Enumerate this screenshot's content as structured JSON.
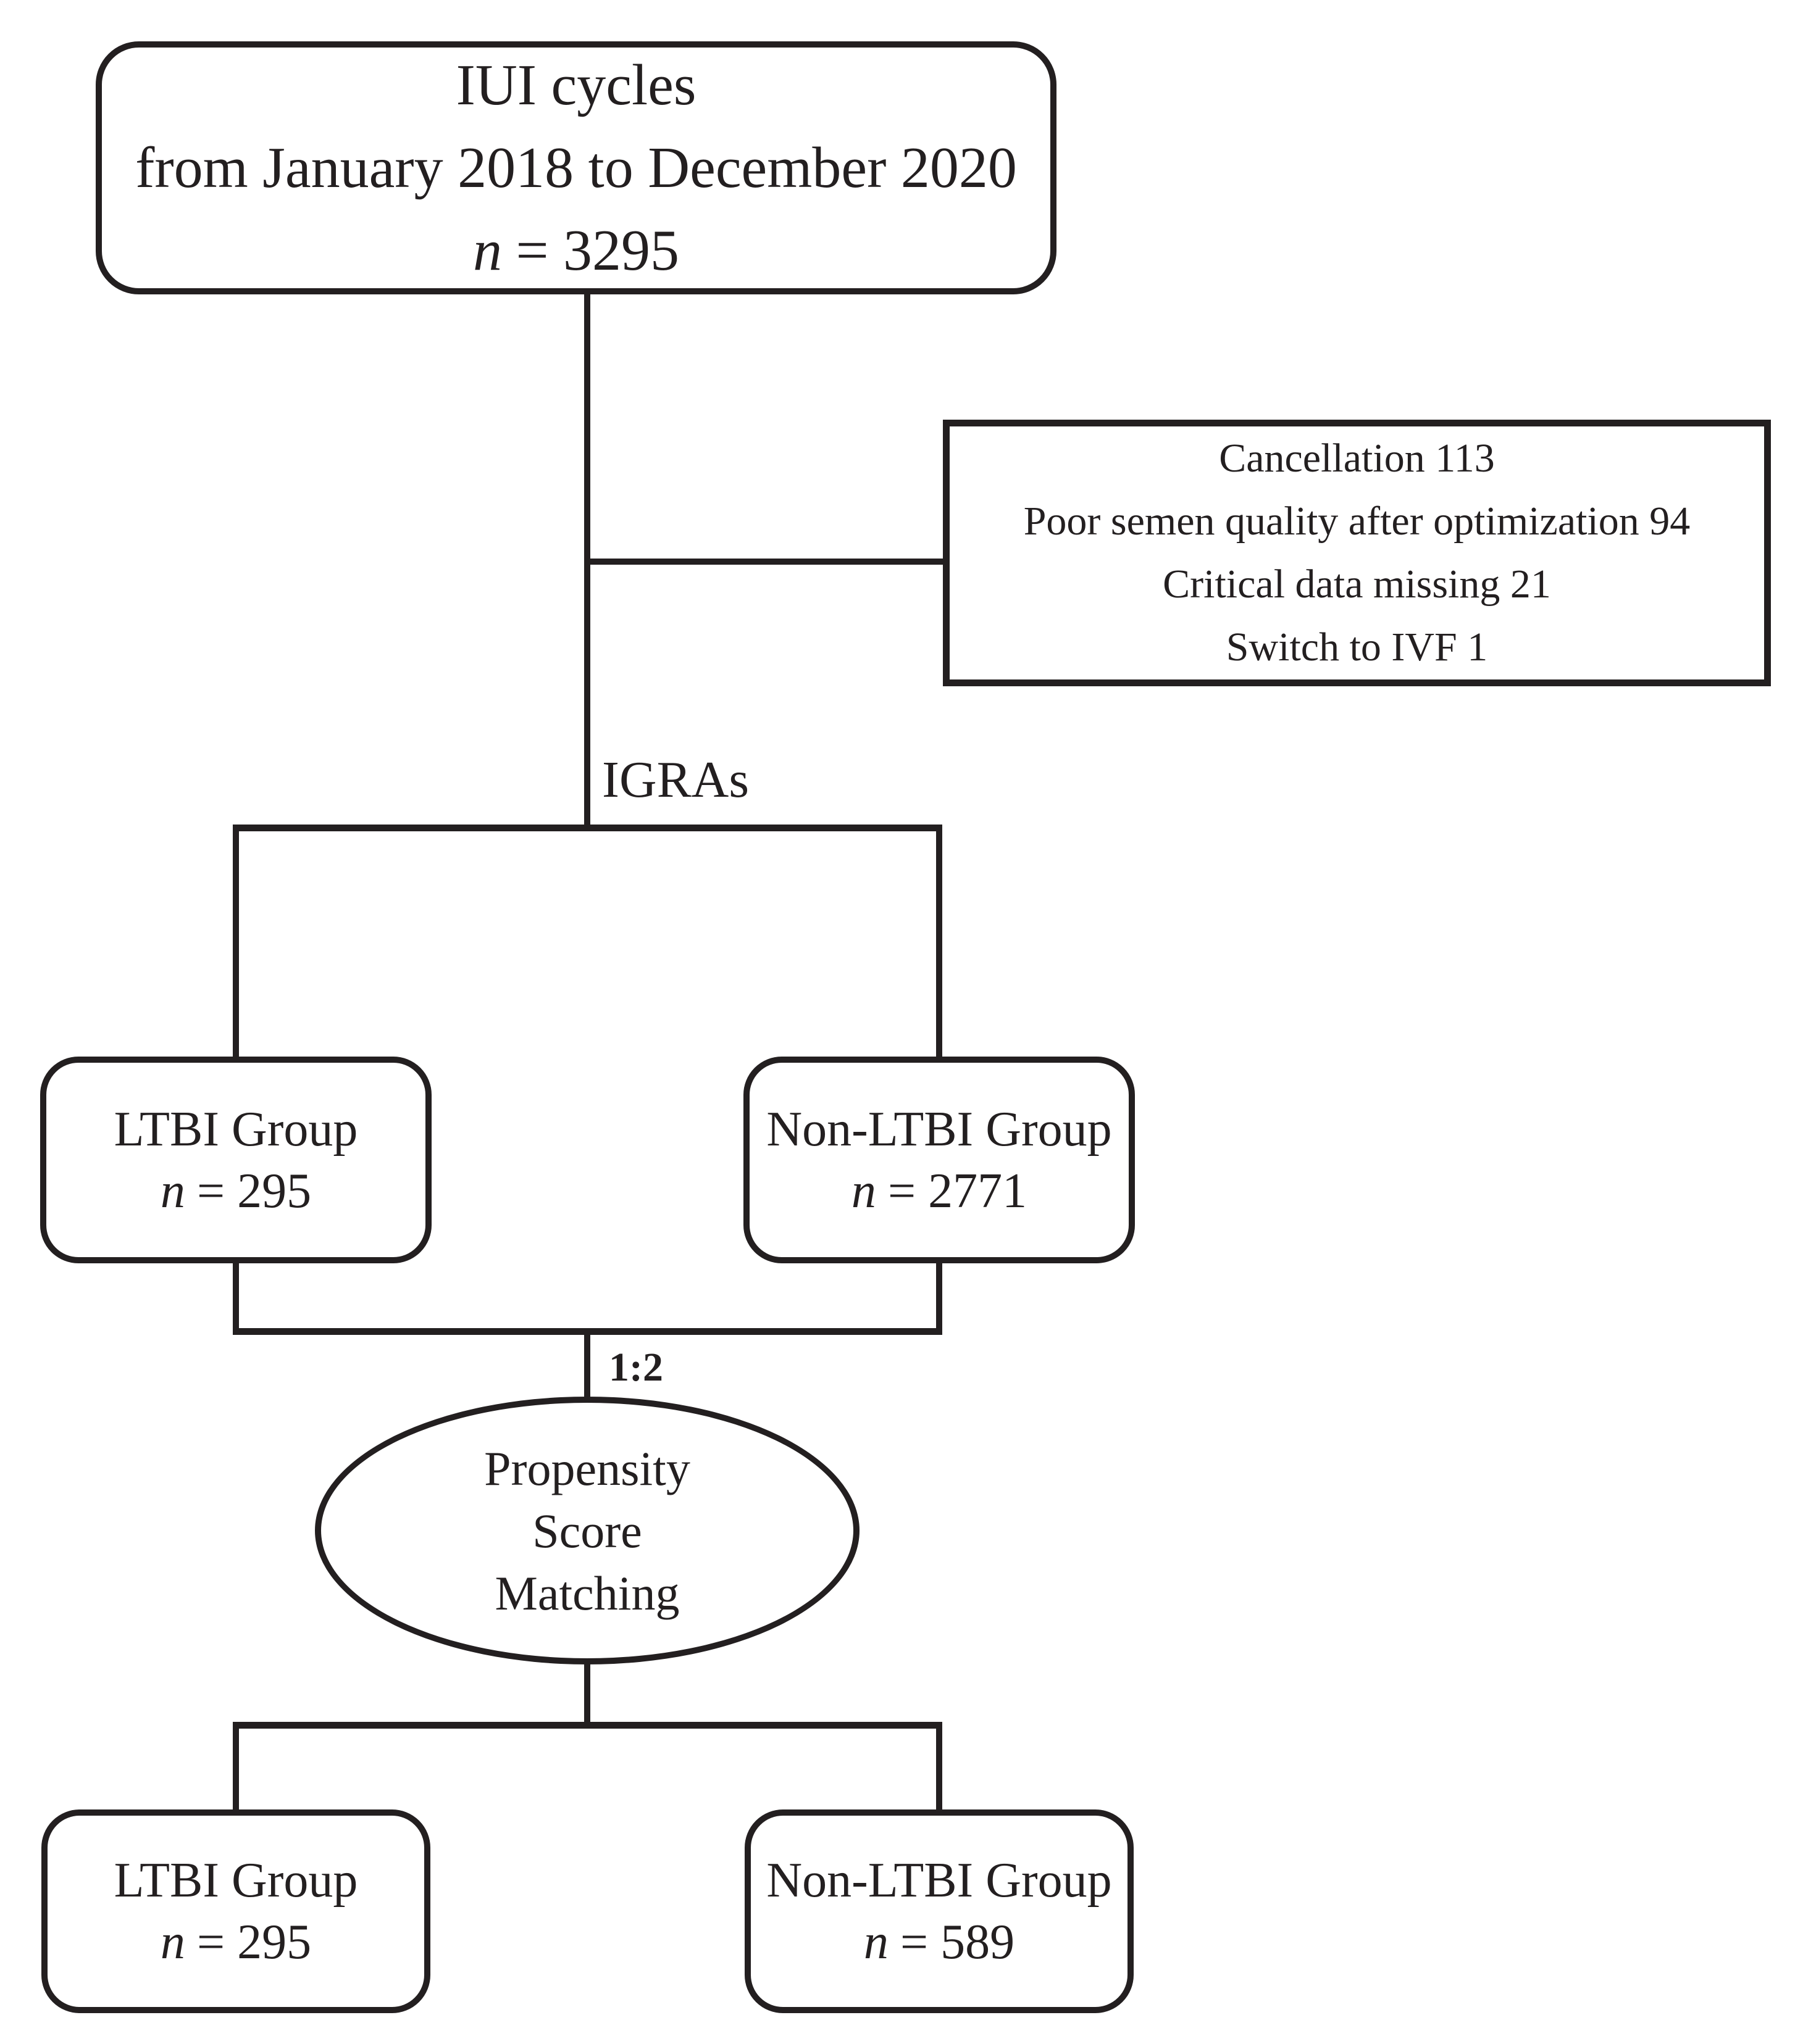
{
  "palette": {
    "ink": "#231f20",
    "background": "#ffffff"
  },
  "nodes": {
    "iui": {
      "line1": "IUI cycles",
      "line2": "from January 2018 to December 2020",
      "n_label": "n",
      "n_value": "= 3295"
    },
    "exclusions": {
      "line1": "Cancellation 113",
      "line2": "Poor semen quality after optimization 94",
      "line3": "Critical data missing 21",
      "line4": "Switch to IVF 1"
    },
    "ltbi1": {
      "title": "LTBI Group",
      "n_label": "n",
      "n_value": "= 295"
    },
    "nonltbi1": {
      "title": "Non-LTBI Group",
      "n_label": "n",
      "n_value": "= 2771"
    },
    "psm": {
      "line1": "Propensity",
      "line2": "Score",
      "line3": "Matching"
    },
    "ltbi2": {
      "title": "LTBI Group",
      "n_label": "n",
      "n_value": "= 295"
    },
    "nonltbi2": {
      "title": "Non-LTBI Group",
      "n_label": "n",
      "n_value": "= 589"
    }
  },
  "labels": {
    "igras": "IGRAs",
    "ratio": "1:2"
  }
}
